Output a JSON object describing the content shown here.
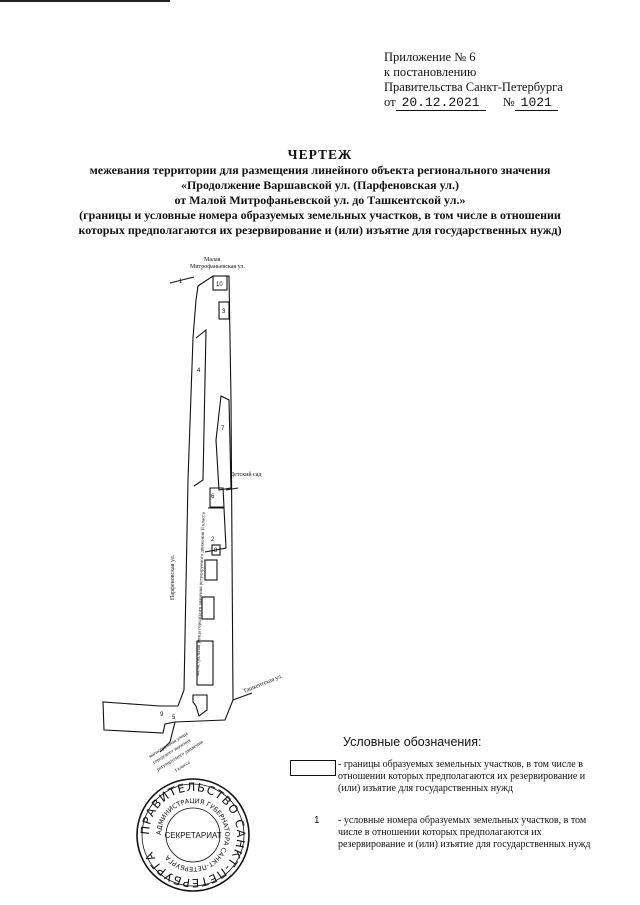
{
  "appendix": {
    "line1": "Приложение № 6",
    "line2": "к постановлению",
    "line3": "Правительства Санкт-Петербурга",
    "date_prefix": "от",
    "date": "20.12.2021",
    "num_prefix": "№",
    "number": "1021"
  },
  "title": {
    "main": "ЧЕРТЕЖ",
    "line1": "межевания территории для размещения линейного объекта регионального значения",
    "line2": "«Продолжение Варшавской ул. (Парфеновская ул.)",
    "line3": "от Малой Митрофаньевской ул. до Ташкентской ул.»",
    "line4": "(границы и условные номера образуемых земельных участков, в том числе в отношении",
    "line5": "которых предполагаются их резервирование и (или) изъятие для государственных нужд)"
  },
  "map": {
    "street_malaya_1": "Малая",
    "street_malaya_2": "Митрофаньевская ул.",
    "street_parfenovskaya": "Парфеновская ул.",
    "street_tashkentskaya": "Ташкентская ул.",
    "kindergarten": "Детский сад",
    "magistral_vertical": "магистральная улица городского значения регулируемого движения II класса",
    "magistral_diag_1": "магистральная улица",
    "magistral_diag_2": "городского значения",
    "magistral_diag_3": "регулируемого движения",
    "magistral_diag_4": "I класса",
    "plot_labels": {
      "p1": "1",
      "p10": "10",
      "p3": "3",
      "p4": "4",
      "p7": "7",
      "p6": "6",
      "p2": "2",
      "p8": "8",
      "p9": "9",
      "p5": "5"
    }
  },
  "stamp": {
    "outer_text": "ПРАВИТЕЛЬСТВО САНКТ-ПЕТЕРБУРГА",
    "inner_text": "АДМИНИСТРАЦИЯ ГУБЕРНАТОРА САНКТ-ПЕТЕРБУРГА",
    "center": "СЕКРЕТАРИАТ"
  },
  "legend": {
    "title": "Условные обозначения:",
    "item1": "- границы образуемых земельных участков, в том числе в отношении которых предполагаются их резервирование и (или) изъятие для государственных нужд",
    "item2_num": "1",
    "item2": "- условные номера образуемых земельных участков, в том числе в отношении которых предполагаются их резервирование и (или) изъятие для государственных нужд"
  }
}
